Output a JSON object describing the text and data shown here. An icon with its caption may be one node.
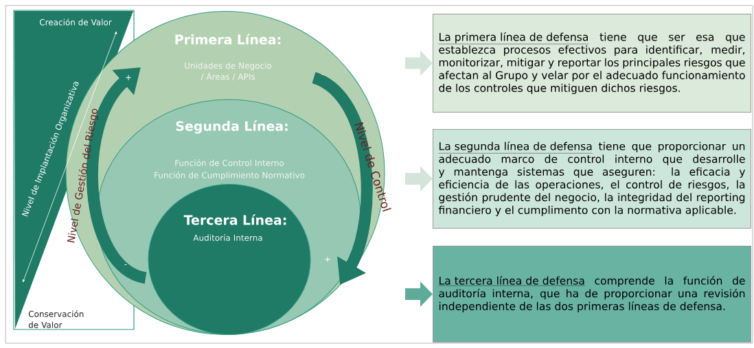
{
  "diagram": {
    "nodes": [
      {
        "text": [
          "Primera Línea:",
          "Unidades de Negocio / Áreas / APIs"
        ]
      },
      {
        "text": [
          "Segunda Línea:",
          "Función de Control Interno",
          "Función de Cumplimiento Normativo"
        ],
        "in": 0
      },
      {
        "text": [
          "Tercera Línea:",
          "Auditoría Interna"
        ],
        "in": 1
      },
      {
        "text": [
          "La primera línea de defensa",
          "tiene que ser esa que establezca procesos efectivos para identificar, medir, monitorizar, mitigar y reportar los principales riesgos que afectan al Grupo y velar por el adecuado funcionamiento de los controles que mitiguen dichos riesgos."
        ]
      },
      {
        "text": [
          "La segunda línea de defensa",
          "tiene que proporcionar un adecuado marco de control interno que desarrolle y mantenga sistemas que aseguren: la eficacia y eficiencia de las operaciones, el control de riesgos, la gestión prudente del negocio, la integridad del reporting financiero y el cumplimento con la normativa aplicable."
        ]
      },
      {
        "text": [
          "La tercera línea de defensa",
          "comprende la función de auditoría interna, que ha de proporcionar una revisión independiente de las dos primeras líneas de defensa."
        ]
      }
    ],
    "edges": [
      {
        "from": null,
        "to": 3,
        "arrow": "to"
      },
      {
        "from": null,
        "to": 4,
        "arrow": "to"
      },
      {
        "from": null,
        "to": 5,
        "arrow": "to",
        "color": "#5fab9a"
      }
    ],
    "labels": [
      "Creación de Valor",
      "Nivel de Implantación Organizativa",
      "Nivel de Gestión del Riesgo",
      "+",
      "-",
      "Nivel de Control",
      "-",
      "+",
      "Conservación de Valor"
    ]
  }
}
